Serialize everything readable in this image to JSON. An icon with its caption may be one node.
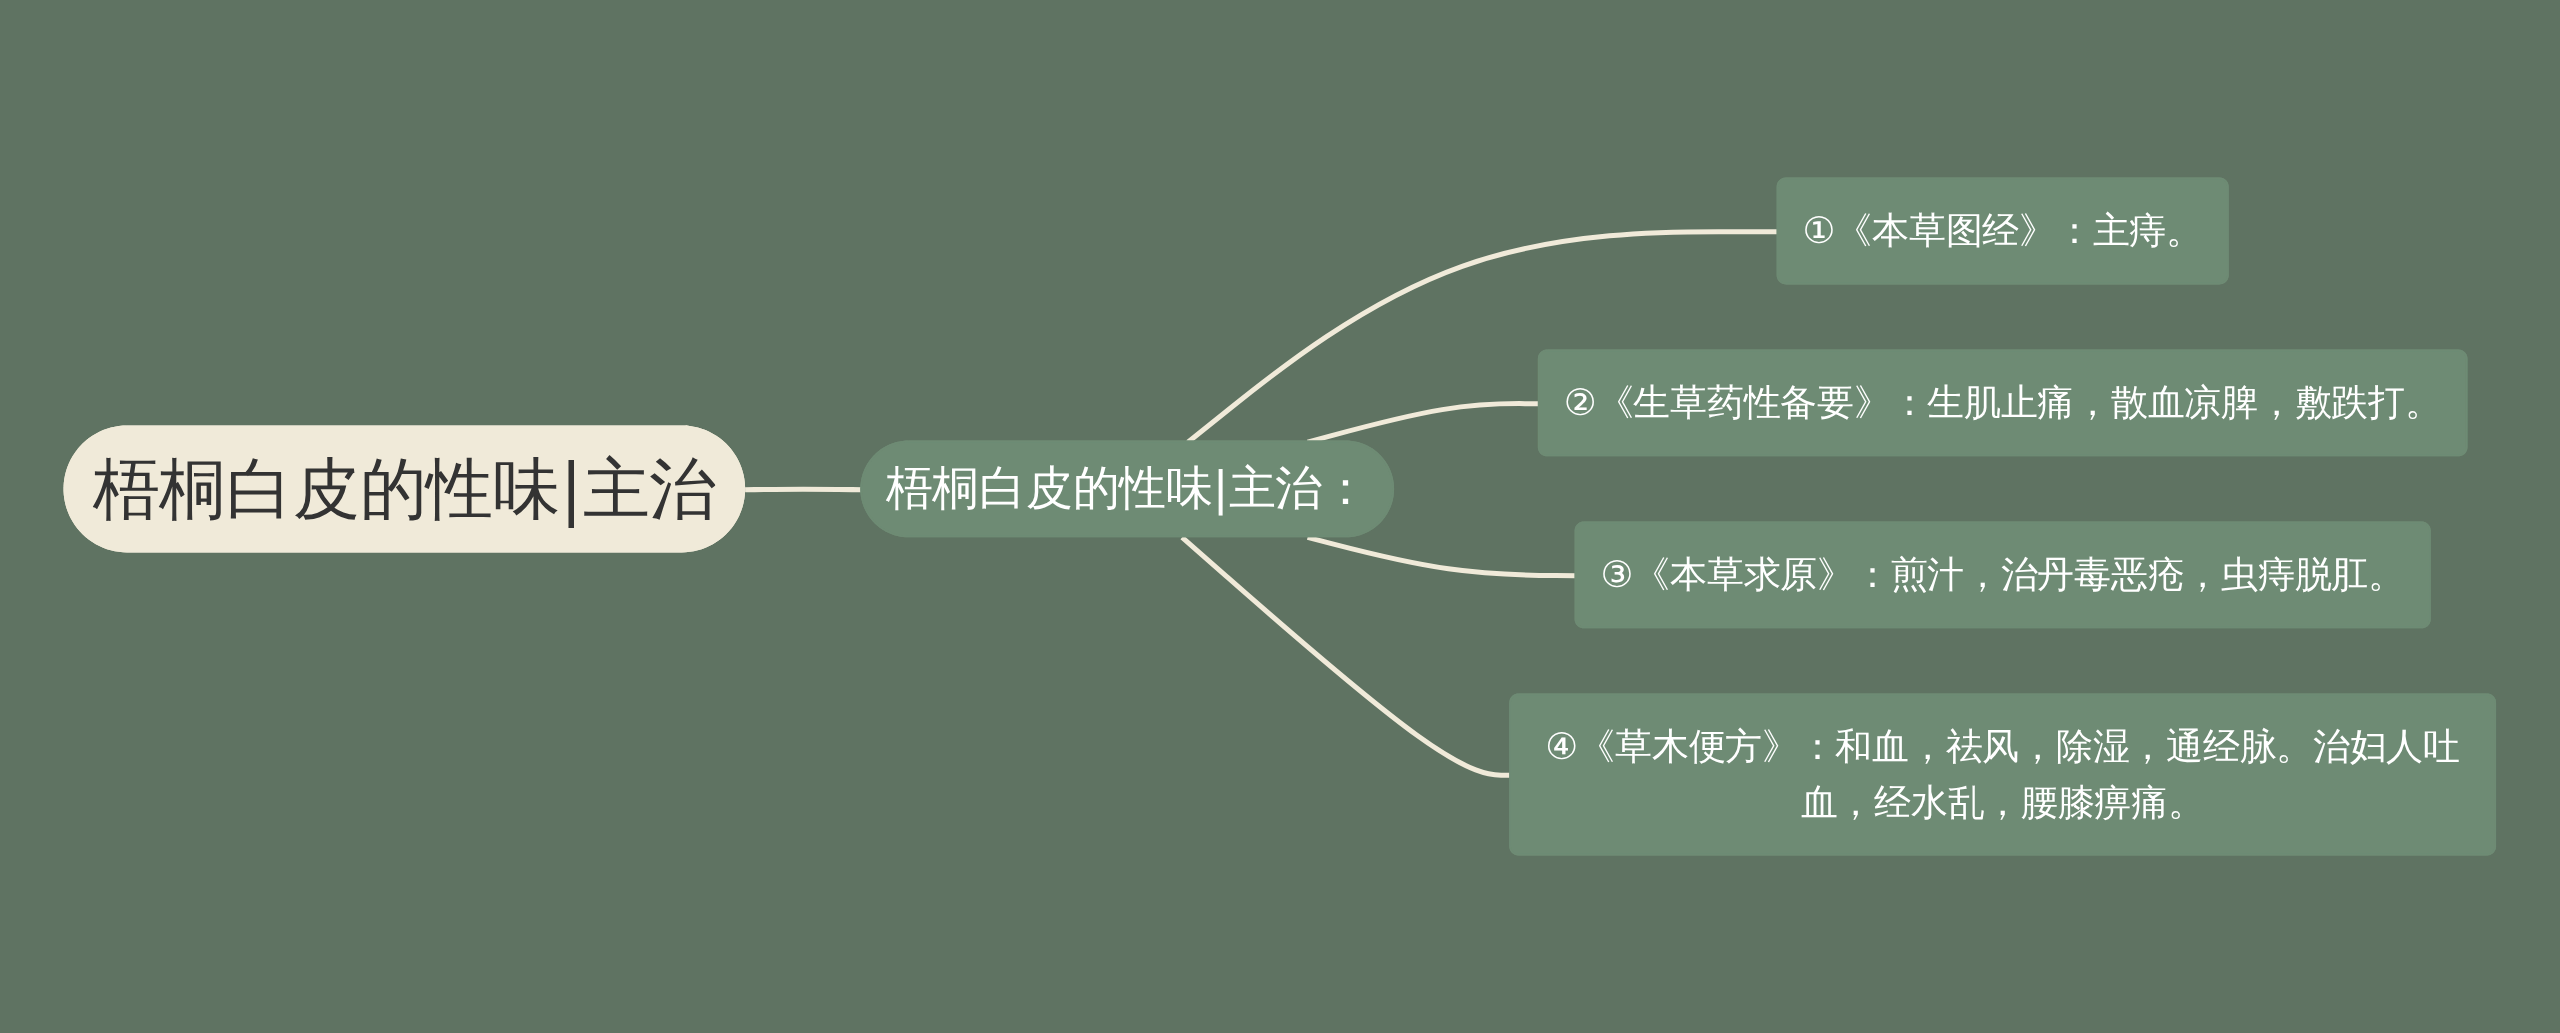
{
  "diagram": {
    "nodes": [
      {
        "text": [
          "梧桐白皮的性味|主治"
        ]
      },
      {
        "text": [
          "梧桐白皮的性味|主治："
        ]
      },
      {
        "text": [
          "①《本草图经》：主痔。"
        ]
      },
      {
        "text": [
          "②《生草药性备要》：生肌止痛，散血凉脾，敷跌打。"
        ]
      },
      {
        "text": [
          "③《本草求原》：煎汁，治丹毒恶疮，虫痔脱肛。"
        ]
      },
      {
        "text": [
          "④《草木便方》：和血，祛风，除湿，通经脉。治妇人吐血，经水乱，腰膝痹痛。"
        ]
      }
    ],
    "edges": [
      {
        "from": 0,
        "to": 1,
        "arrow": "none"
      },
      {
        "from": 1,
        "to": 2,
        "arrow": "none"
      },
      {
        "from": 1,
        "to": 3,
        "arrow": "none"
      },
      {
        "from": 1,
        "to": 4,
        "arrow": "none"
      },
      {
        "from": 1,
        "to": 5,
        "arrow": "none"
      }
    ]
  }
}
